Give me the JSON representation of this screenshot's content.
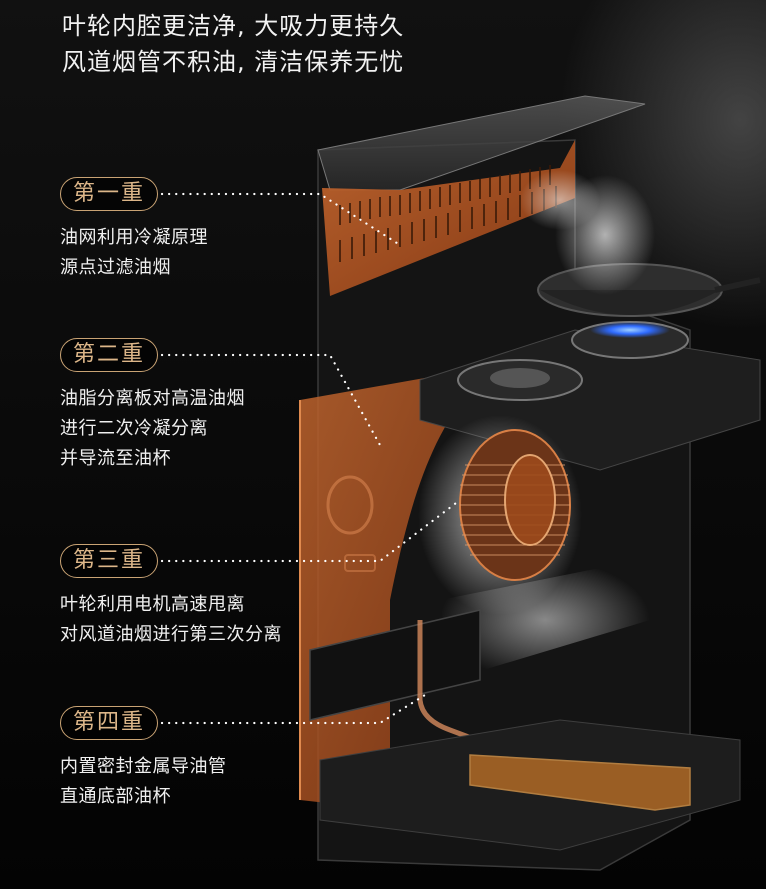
{
  "headline": {
    "line1": "叶轮内腔更洁净, 大吸力更持久",
    "line2": "风道烟管不积油, 清洁保养无忧"
  },
  "callouts": [
    {
      "badge": "第一重",
      "lines": [
        "油网利用冷凝原理",
        "源点过滤油烟"
      ]
    },
    {
      "badge": "第二重",
      "lines": [
        "油脂分离板对高温油烟",
        "进行二次冷凝分离",
        "并导流至油杯"
      ]
    },
    {
      "badge": "第三重",
      "lines": [
        "叶轮利用电机高速甩离",
        "对风道油烟进行第三次分离"
      ]
    },
    {
      "badge": "第四重",
      "lines": [
        "内置密封金属导油管",
        "直通底部油杯"
      ]
    }
  ],
  "colors": {
    "background": "#050505",
    "badge_border": "#c9a374",
    "badge_text": "#dcb689",
    "accent_copper": "#b3521f",
    "text": "#f0f0f0",
    "flame": "#2f6bff"
  }
}
